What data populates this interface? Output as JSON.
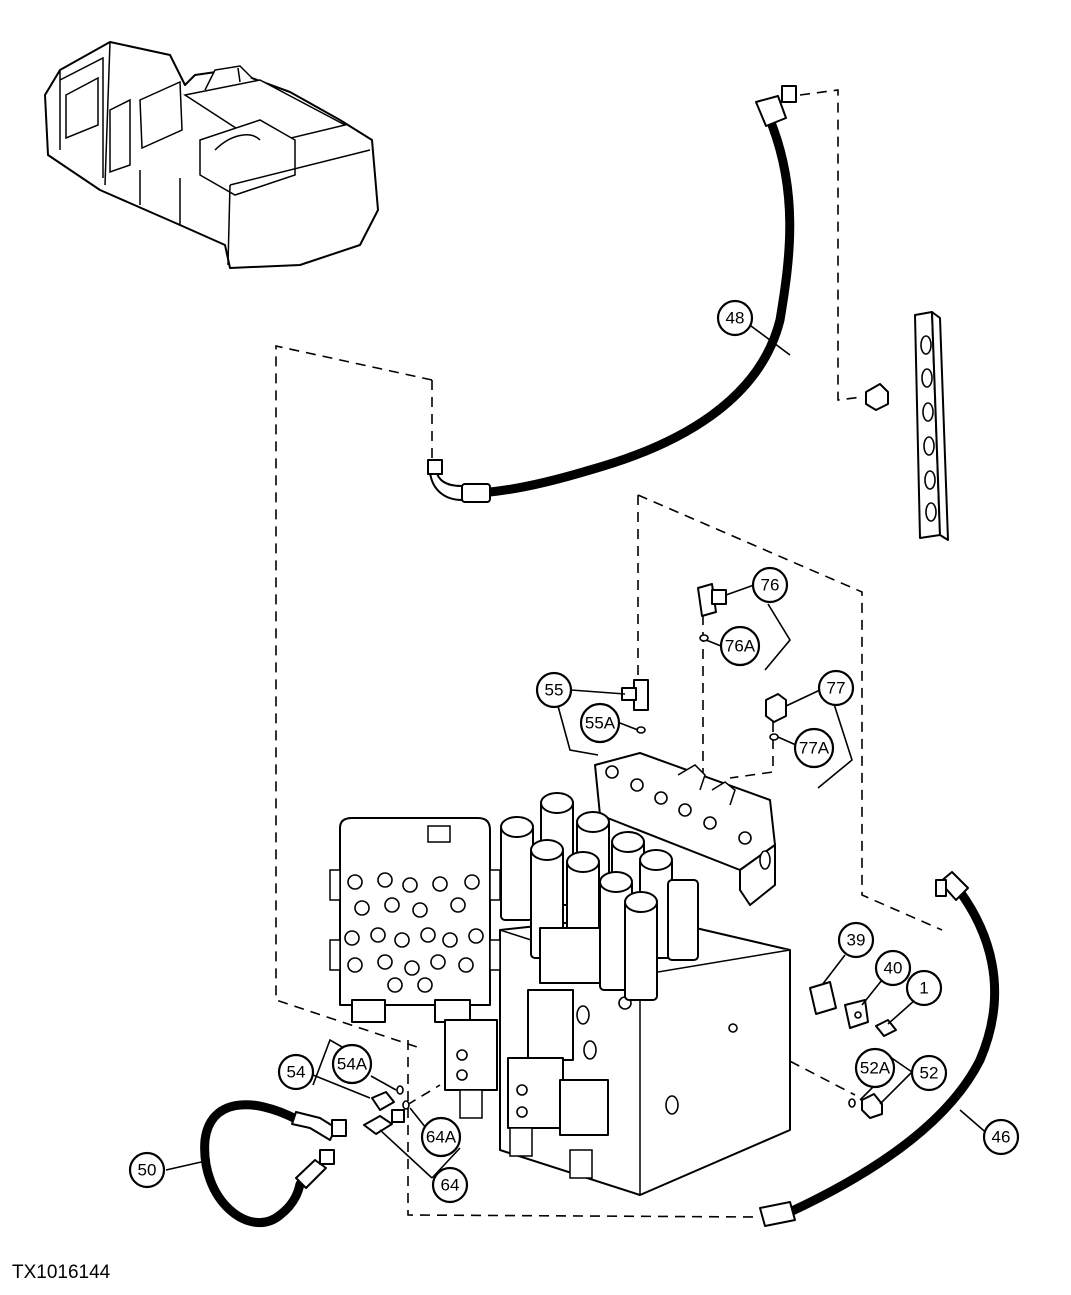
{
  "figure_id": "TX1016144",
  "callouts": {
    "c48": "48",
    "c76": "76",
    "c76a": "76A",
    "c55": "55",
    "c55a": "55A",
    "c77": "77",
    "c77a": "77A",
    "c39": "39",
    "c40": "40",
    "c1": "1",
    "c52a": "52A",
    "c52": "52",
    "c46": "46",
    "c54": "54",
    "c54a": "54A",
    "c64a": "64A",
    "c64": "64",
    "c50": "50"
  }
}
